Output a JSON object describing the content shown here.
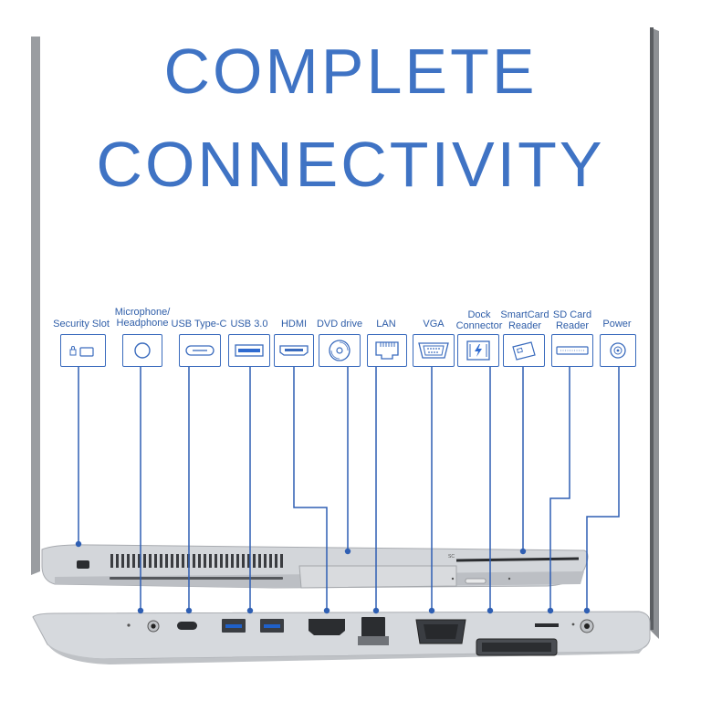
{
  "headline": {
    "line1": "COMPLETE",
    "line2": "CONNECTIVITY"
  },
  "ports": [
    {
      "label": "Security Slot",
      "icon": "lock-icon"
    },
    {
      "label": "Microphone/\nHeadphone",
      "icon": "audio-jack-icon"
    },
    {
      "label": "USB Type-C",
      "icon": "usb-c-icon"
    },
    {
      "label": "USB 3.0",
      "icon": "usb-a-icon"
    },
    {
      "label": "HDMI",
      "icon": "hdmi-icon"
    },
    {
      "label": "DVD drive",
      "icon": "disc-icon"
    },
    {
      "label": "LAN",
      "icon": "ethernet-icon"
    },
    {
      "label": "VGA",
      "icon": "vga-icon"
    },
    {
      "label": "Dock\nConnector",
      "icon": "dock-icon"
    },
    {
      "label": "SmartCard\nReader",
      "icon": "smartcard-icon"
    },
    {
      "label": "SD Card\nReader",
      "icon": "sd-card-icon"
    },
    {
      "label": "Power",
      "icon": "power-icon"
    }
  ],
  "device": {
    "sc_label": "SC"
  },
  "colors": {
    "accent": "#3f73c4",
    "line": "#2f5fb3",
    "laptop_body": "#c9ccd0"
  }
}
